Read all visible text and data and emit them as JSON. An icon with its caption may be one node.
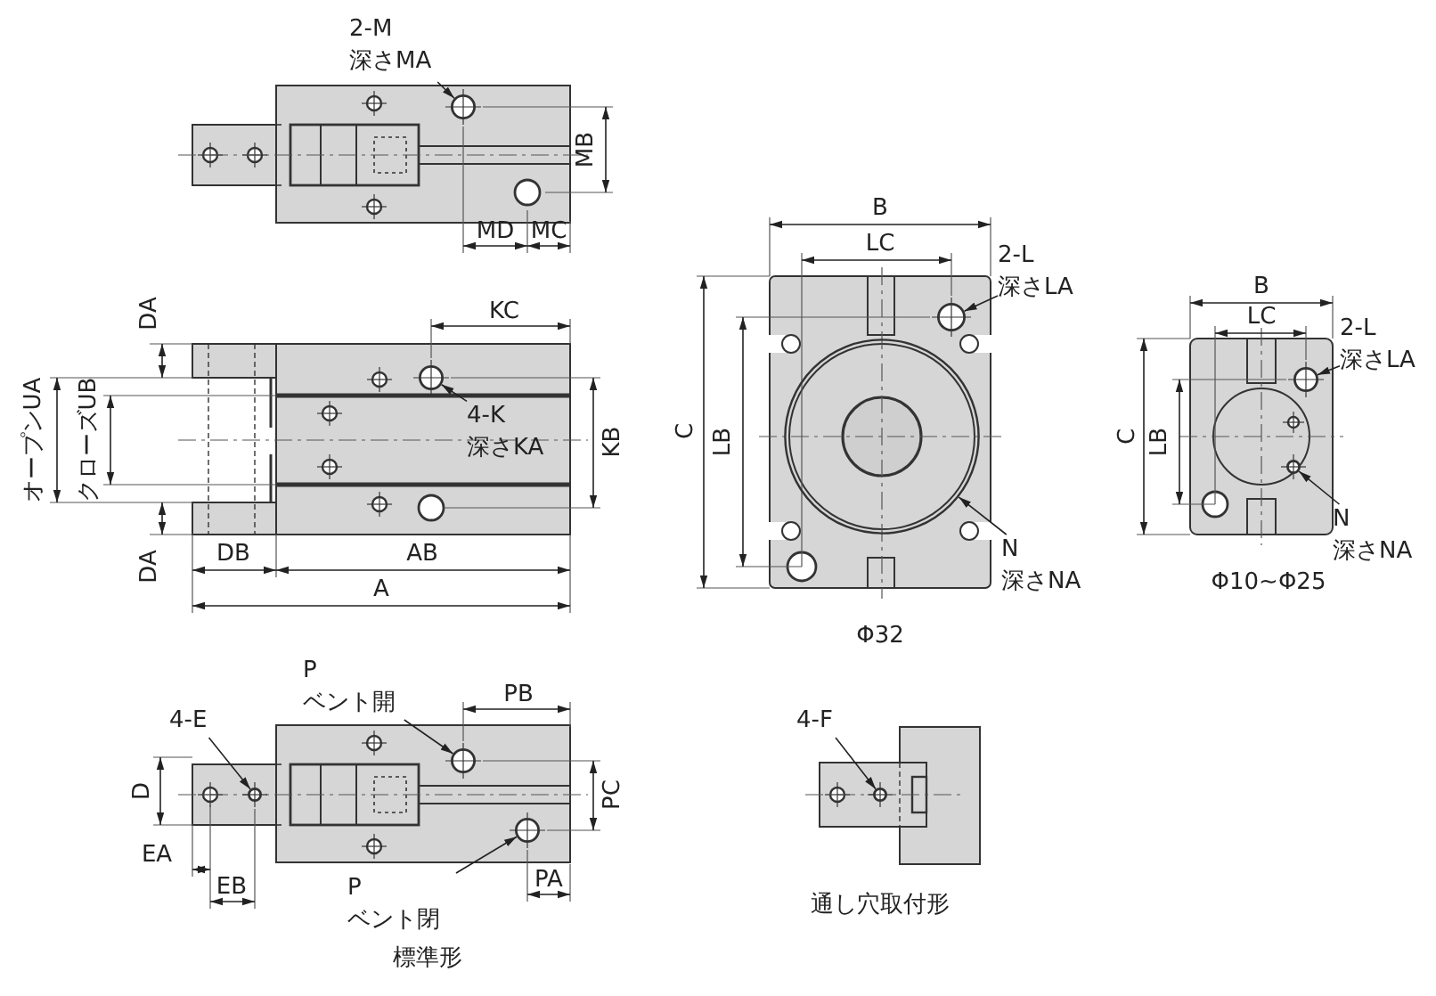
{
  "diagram": {
    "nodes": [
      {
        "text": [
          "2-M",
          "深さMA"
        ]
      },
      {
        "text": [],
        "shape": "circle"
      },
      {
        "text": [
          "4-K",
          "深さKA"
        ]
      },
      {
        "text": [],
        "shape": "circle"
      },
      {
        "text": [
          "2-L",
          "深さLA"
        ]
      },
      {
        "text": [],
        "shape": "circle"
      },
      {
        "text": [
          "N",
          "深さNA"
        ]
      },
      {
        "text": [],
        "shape": "circle"
      },
      {
        "text": [
          "2-L",
          "深さLA"
        ]
      },
      {
        "text": [],
        "shape": "circle"
      },
      {
        "text": [
          "N",
          "深さNA"
        ]
      },
      {
        "text": [],
        "shape": "circle"
      },
      {
        "text": [
          "4-E"
        ]
      },
      {
        "text": [],
        "shape": "circle"
      },
      {
        "text": [
          "P",
          "ベント開"
        ]
      },
      {
        "text": [],
        "shape": "circle"
      },
      {
        "text": [
          "P",
          "ベント閉"
        ]
      },
      {
        "text": [],
        "shape": "circle"
      },
      {
        "text": [
          "4-F"
        ]
      },
      {
        "text": [],
        "shape": "circle"
      }
    ],
    "edges": [
      {
        "from": 0,
        "to": 1,
        "arrow": "to"
      },
      {
        "from": 2,
        "to": 3,
        "arrow": "to"
      },
      {
        "from": 4,
        "to": 5,
        "arrow": "to"
      },
      {
        "from": 6,
        "to": 7,
        "arrow": "to"
      },
      {
        "from": 8,
        "to": 9,
        "arrow": "to"
      },
      {
        "from": 10,
        "to": 11,
        "arrow": "to"
      },
      {
        "from": 12,
        "to": 13,
        "arrow": "to"
      },
      {
        "from": 14,
        "to": 15,
        "arrow": "to"
      },
      {
        "from": 16,
        "to": 17,
        "arrow": "to"
      },
      {
        "from": 18,
        "to": 19,
        "arrow": "to"
      }
    ],
    "labels": [
      "MB",
      "MD",
      "MC",
      "KC",
      "DA",
      "オープンUA",
      "クローズUB",
      "KB",
      "DA",
      "DB",
      "AB",
      "A",
      "B",
      "LC",
      "C",
      "LB",
      "Φ32",
      "B",
      "LC",
      "C",
      "LB",
      "Φ10~Φ25",
      "PB",
      "D",
      "PC",
      "EA",
      "EB",
      "PA",
      "標準形",
      "通し穴取付形"
    ]
  }
}
